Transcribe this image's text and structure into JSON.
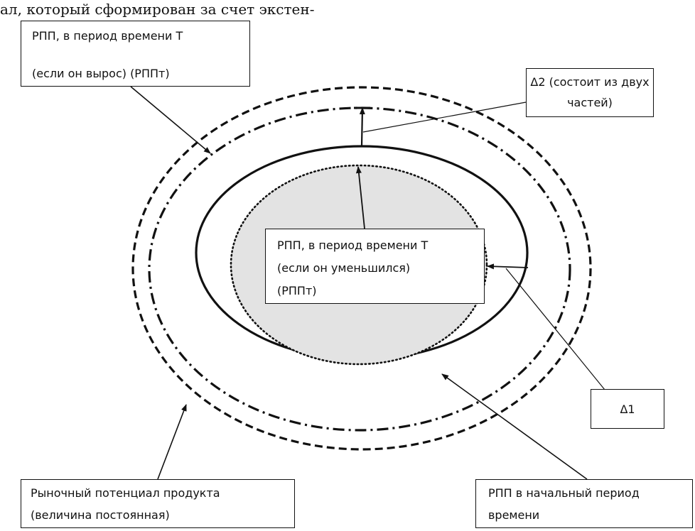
{
  "heading_text": "ал, который сформирован за счет экстен-",
  "labels": {
    "rpp_t_grown_line1": "РПП, в период времени Т",
    "rpp_t_grown_line2": "(если он вырос) (РППт)",
    "delta2_line1": "Δ2 (состоит из двух",
    "delta2_line2": "частей)",
    "rpp_t_shrunk_line1": "РПП, в период времени Т",
    "rpp_t_shrunk_line2": "(если он уменьшился)",
    "rpp_t_shrunk_line3": "(РППт)",
    "delta1": "Δ1",
    "market_potential_line1": "Рыночный потенциал продукта",
    "market_potential_line2": "(величина постоянная)",
    "rpp_initial_line1": "РПП в начальный период",
    "rpp_initial_line2": "времени"
  },
  "colors": {
    "stroke": "#111111",
    "inner_fill": "#e3e3e3",
    "background": "#ffffff"
  }
}
